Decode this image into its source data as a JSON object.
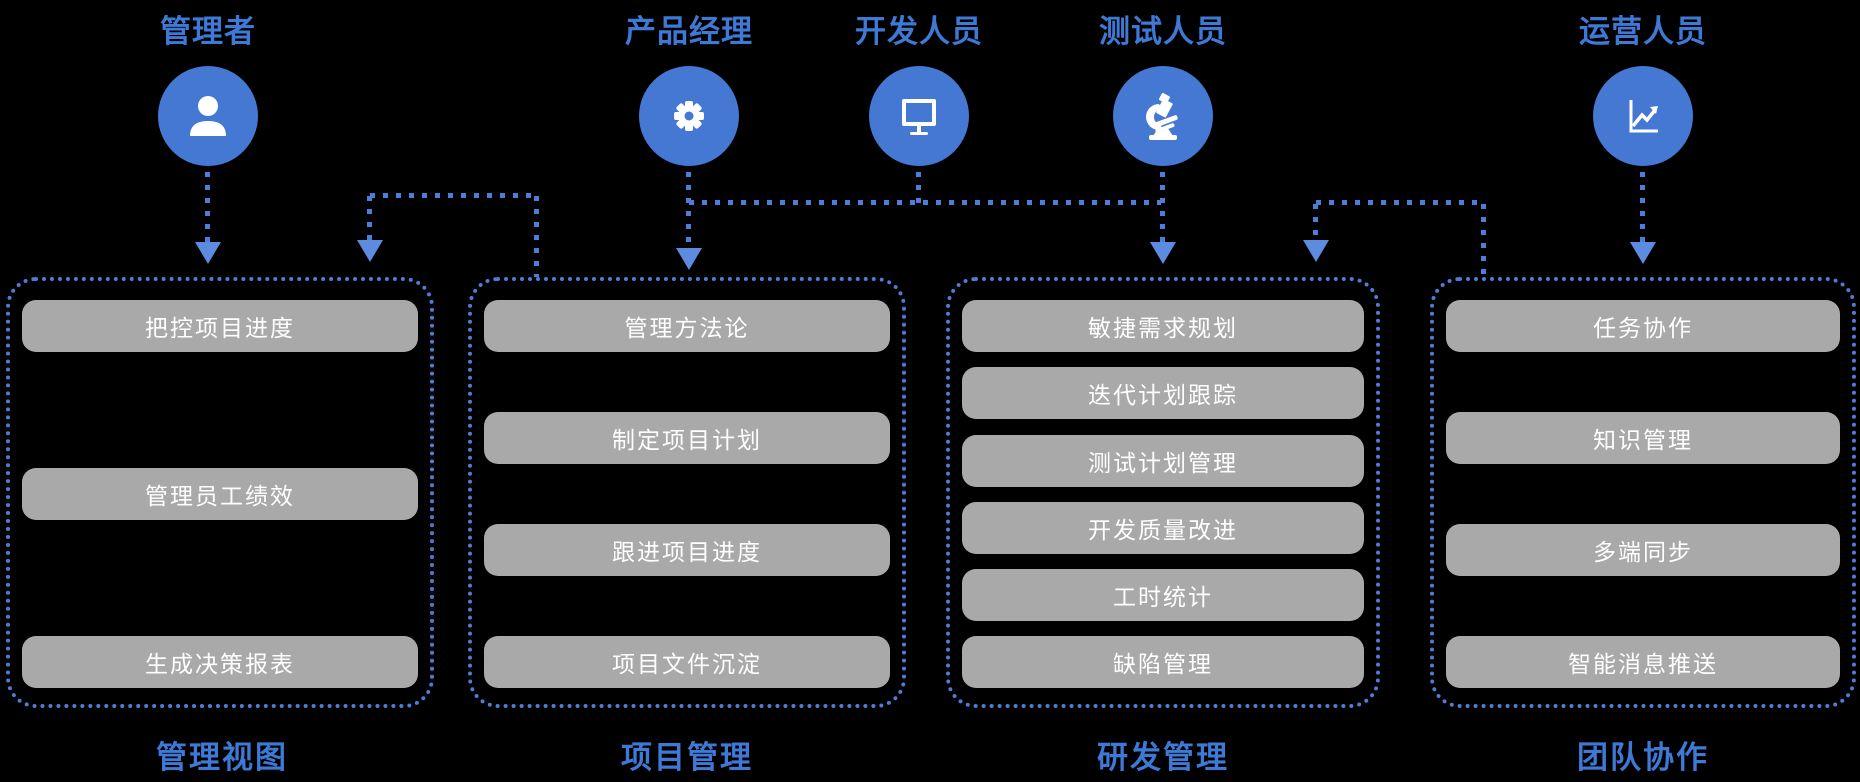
{
  "palette": {
    "background": "#000000",
    "circle_blue": "#4478D3",
    "label_blue": "#3E79D6",
    "connector_blue": "#4C7ED9",
    "arrow_blue": "#5C8BE0",
    "pill_gray": "#A9A9A9",
    "pill_text": "#FFFFFF"
  },
  "roles": [
    {
      "label": "管理者",
      "icon": "user-icon"
    },
    {
      "label": "产品经理",
      "icon": "gear-icon"
    },
    {
      "label": "开发人员",
      "icon": "monitor-icon"
    },
    {
      "label": "测试人员",
      "icon": "microscope-icon"
    },
    {
      "label": "运营人员",
      "icon": "chart-icon"
    }
  ],
  "modules": [
    {
      "title": "管理视图",
      "items": [
        "把控项目进度",
        "管理员工绩效",
        "生成决策报表"
      ]
    },
    {
      "title": "项目管理",
      "items": [
        "管理方法论",
        "制定项目计划",
        "跟进项目进度",
        "项目文件沉淀"
      ]
    },
    {
      "title": "研发管理",
      "items": [
        "敏捷需求规划",
        "迭代计划跟踪",
        "测试计划管理",
        "开发质量改进",
        "工时统计",
        "缺陷管理"
      ]
    },
    {
      "title": "团队协作",
      "items": [
        "任务协作",
        "知识管理",
        "多端同步",
        "智能消息推送"
      ]
    }
  ]
}
